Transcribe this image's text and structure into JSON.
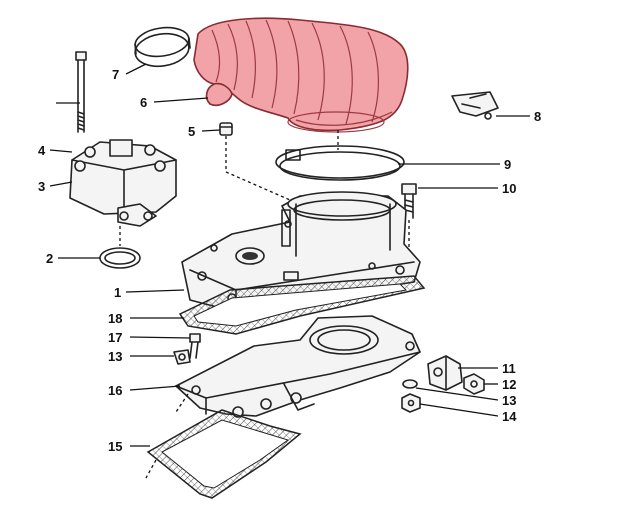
{
  "diagram": {
    "highlight_color": "#f2a3a8",
    "callouts": [
      {
        "id": "c7",
        "label": "7"
      },
      {
        "id": "c6",
        "label": "6"
      },
      {
        "id": "c5",
        "label": "5"
      },
      {
        "id": "c4",
        "label": "4"
      },
      {
        "id": "c3",
        "label": "3"
      },
      {
        "id": "c2",
        "label": "2"
      },
      {
        "id": "c1",
        "label": "1"
      },
      {
        "id": "c18",
        "label": "18"
      },
      {
        "id": "c17",
        "label": "17"
      },
      {
        "id": "c13a",
        "label": "13"
      },
      {
        "id": "c16",
        "label": "16"
      },
      {
        "id": "c15",
        "label": "15"
      },
      {
        "id": "c8",
        "label": "8"
      },
      {
        "id": "c9",
        "label": "9"
      },
      {
        "id": "c10",
        "label": "10"
      },
      {
        "id": "c11",
        "label": "11"
      },
      {
        "id": "c12",
        "label": "12"
      },
      {
        "id": "c13b",
        "label": "13"
      },
      {
        "id": "c14",
        "label": "14"
      }
    ]
  }
}
